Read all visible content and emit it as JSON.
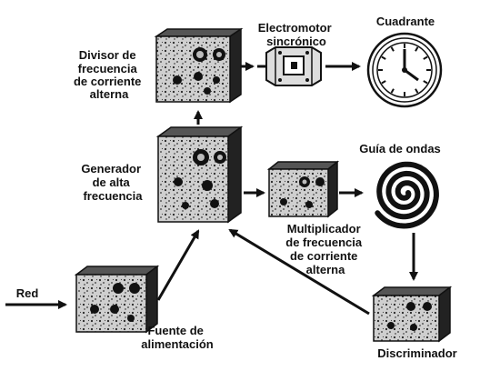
{
  "diagram": {
    "labels": {
      "divisor": [
        "Divisor de",
        "frecuencia",
        "de corriente",
        "alterna"
      ],
      "electromotor": [
        "Electromotor",
        "sincrónico"
      ],
      "cuadrante": "Cuadrante",
      "generador": [
        "Generador",
        "de alta",
        "frecuencia"
      ],
      "guia": "Guía de ondas",
      "multiplicador": [
        "Multiplicador",
        "de frecuencia",
        "de corriente",
        "alterna"
      ],
      "red": "Red",
      "fuente": [
        "Fuente de",
        "alimentación"
      ],
      "discriminador": "Discriminador"
    }
  }
}
